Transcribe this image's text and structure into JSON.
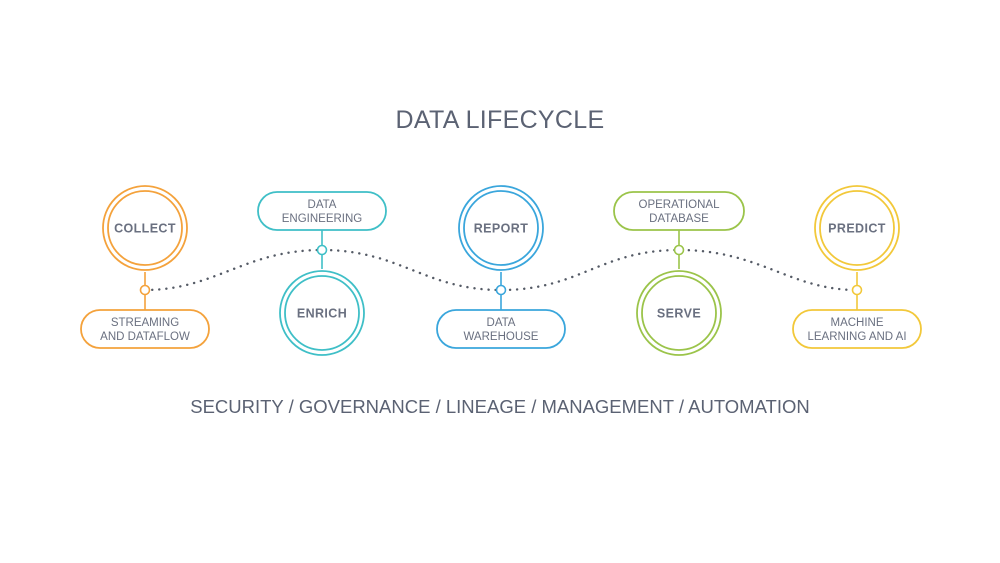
{
  "title": "DATA LIFECYCLE",
  "footer": "SECURITY / GOVERNANCE / LINEAGE / MANAGEMENT / AUTOMATION",
  "stages": [
    {
      "circle_label": "COLLECT",
      "pill_lines": [
        "STREAMING",
        "AND DATAFLOW"
      ],
      "color": "#f4a23c"
    },
    {
      "circle_label": "ENRICH",
      "pill_lines": [
        "DATA",
        "ENGINEERING"
      ],
      "color": "#3fbfc7"
    },
    {
      "circle_label": "REPORT",
      "pill_lines": [
        "DATA",
        "WAREHOUSE"
      ],
      "color": "#3aa6dc"
    },
    {
      "circle_label": "SERVE",
      "pill_lines": [
        "OPERATIONAL",
        "DATABASE"
      ],
      "color": "#9bc44a"
    },
    {
      "circle_label": "PREDICT",
      "pill_lines": [
        "MACHINE",
        "LEARNING AND AI"
      ],
      "color": "#f2c83a"
    }
  ],
  "connector_color": "#555b66"
}
